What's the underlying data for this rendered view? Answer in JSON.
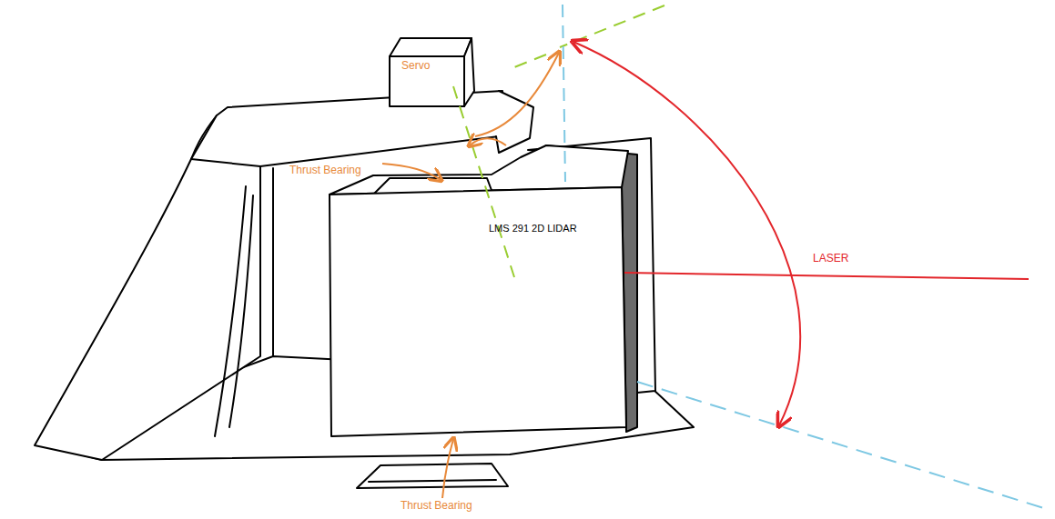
{
  "diagram": {
    "nodes": [
      {
        "text": [
          "Servo"
        ]
      },
      {
        "text": [
          "LMS 291 2D LIDAR"
        ]
      }
    ],
    "labels": [
      "Thrust Bearing",
      "LASER",
      "Thrust Bearing"
    ]
  }
}
